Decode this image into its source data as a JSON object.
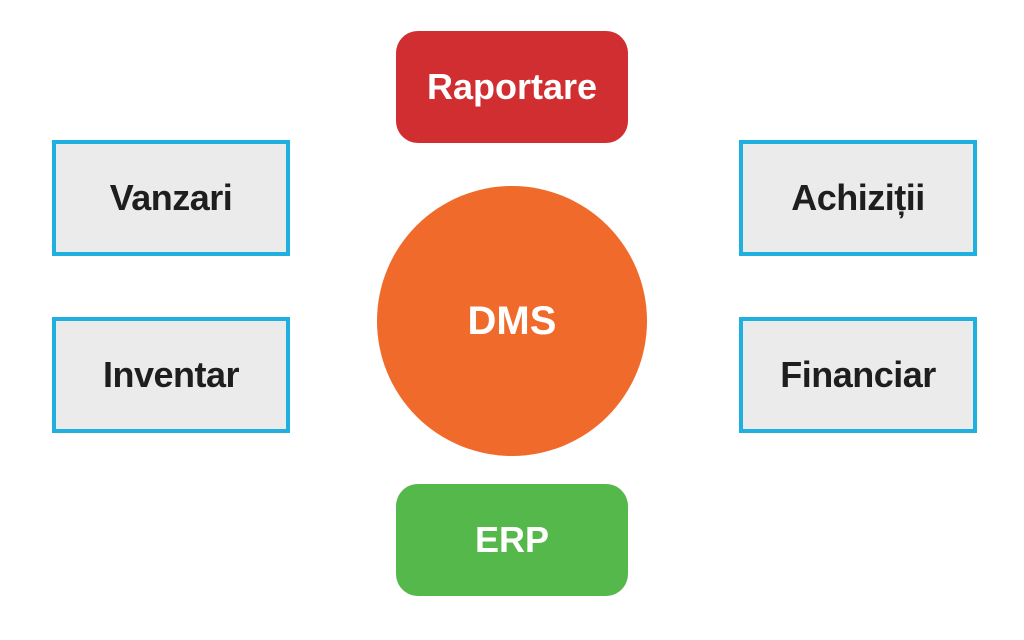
{
  "diagram": {
    "center": {
      "label": "DMS",
      "color": "#ef6a2b"
    },
    "top": {
      "label": "Raportare",
      "color": "#d12e31"
    },
    "bottom": {
      "label": "ERP",
      "color": "#55b84a"
    },
    "left_modules": [
      {
        "label": "Vanzari"
      },
      {
        "label": "Inventar"
      }
    ],
    "right_modules": [
      {
        "label": "Achiziții"
      },
      {
        "label": "Financiar"
      }
    ],
    "module_style": {
      "fill": "#ebebeb",
      "border": "#1fb0e0"
    }
  }
}
